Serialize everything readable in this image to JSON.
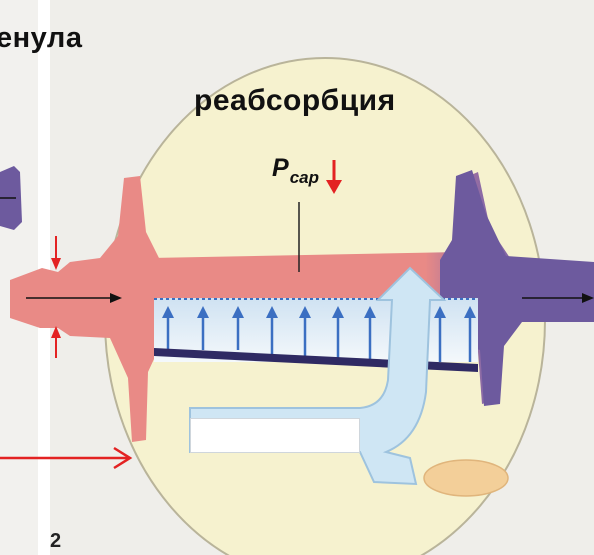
{
  "labels": {
    "venula": "енула",
    "reabsorption": "реабсорбция",
    "pcap_main": "P",
    "pcap_sub": "cap",
    "panel_number": "2"
  },
  "colors": {
    "background": "#efeeea",
    "ellipse_fill": "#f6f2cf",
    "arteriole": "#e98a86",
    "venule": "#6d5a9e",
    "red_arrow": "#e32222",
    "blue_arrow": "#3b6fc2",
    "flow_arrow": "#cfe6f4",
    "membrane": "#2f2a63",
    "lymph_blob": "#f3cf99"
  },
  "icons": {
    "pcap_indicator": "red-down-arrow-icon",
    "flow": "black-right-arrow-icon"
  }
}
